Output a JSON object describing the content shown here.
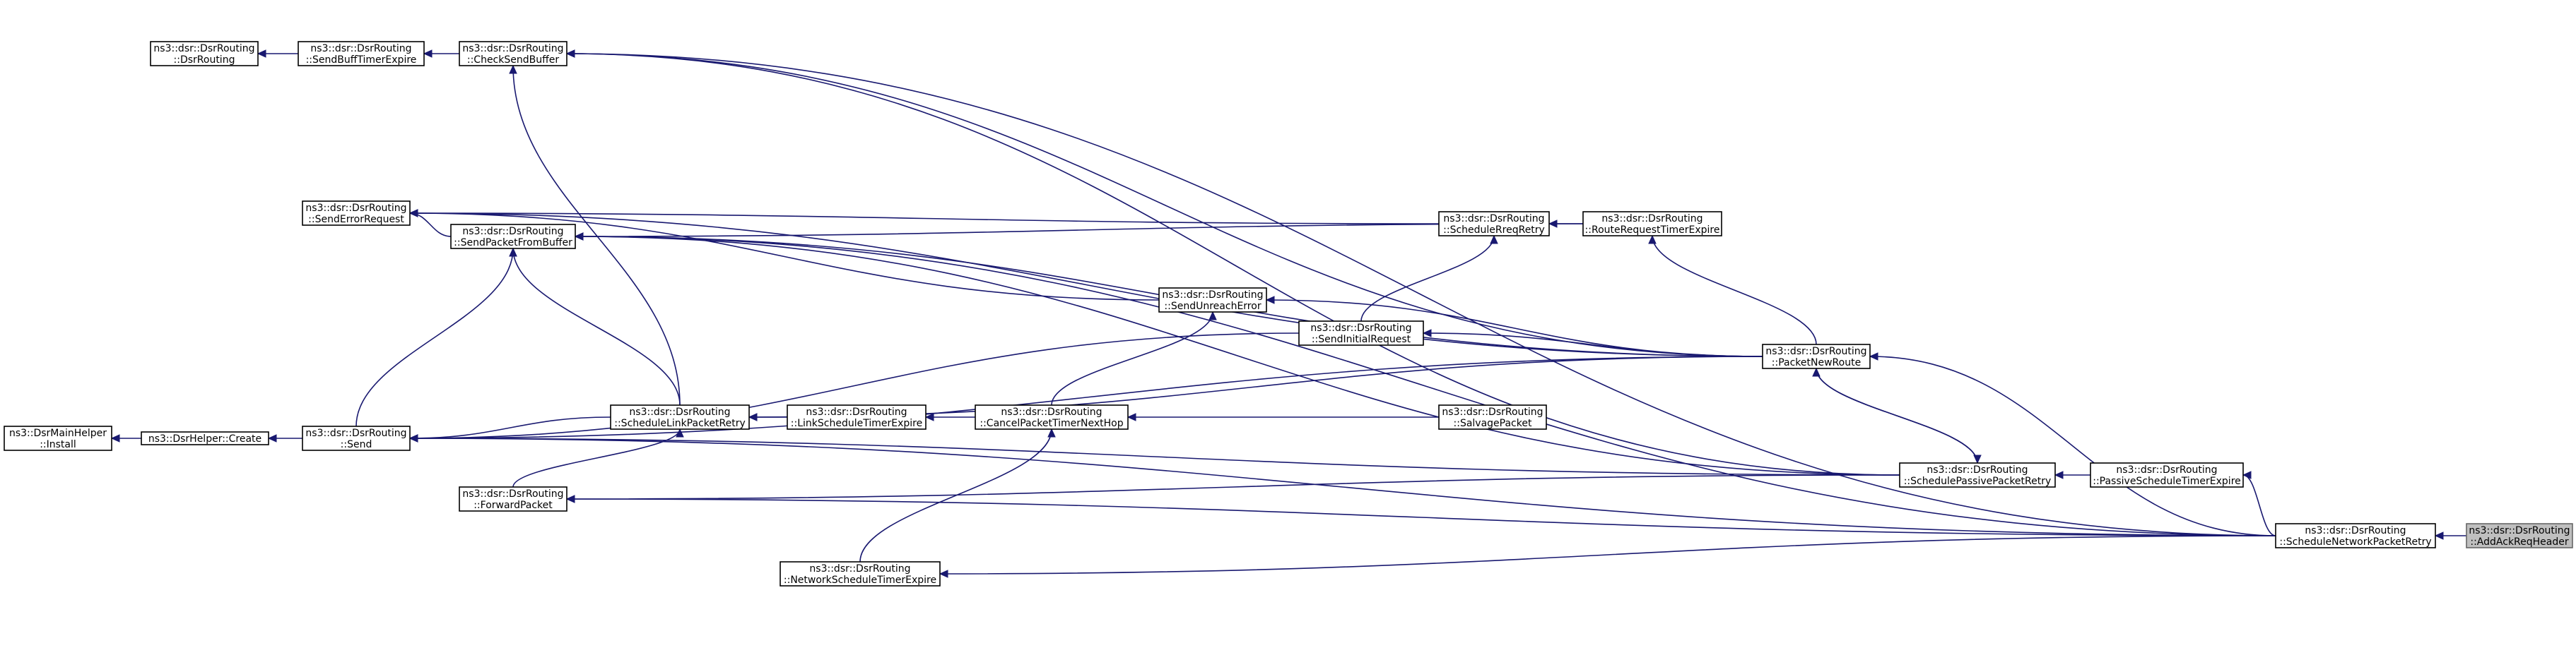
{
  "graph": {
    "nodes": [
      {
        "id": "dsrmain",
        "lines": [
          "ns3::DsrMainHelper",
          "::Install"
        ]
      },
      {
        "id": "helpercreate",
        "lines": [
          "ns3::DsrHelper::Create"
        ]
      },
      {
        "id": "send",
        "lines": [
          "ns3::dsr::DsrRouting",
          "::Send"
        ]
      },
      {
        "id": "dsrrouting",
        "lines": [
          "ns3::dsr::DsrRouting",
          "::DsrRouting"
        ]
      },
      {
        "id": "sendbufftimer",
        "lines": [
          "ns3::dsr::DsrRouting",
          "::SendBuffTimerExpire"
        ]
      },
      {
        "id": "checksendbuffer",
        "lines": [
          "ns3::dsr::DsrRouting",
          "::CheckSendBuffer"
        ]
      },
      {
        "id": "senderrorrequest",
        "lines": [
          "ns3::dsr::DsrRouting",
          "::SendErrorRequest"
        ]
      },
      {
        "id": "sendpacketfrombuffer",
        "lines": [
          "ns3::dsr::DsrRouting",
          "::SendPacketFromBuffer"
        ]
      },
      {
        "id": "schedulelinkpacketretry",
        "lines": [
          "ns3::dsr::DsrRouting",
          "::ScheduleLinkPacketRetry"
        ]
      },
      {
        "id": "forwardpacket",
        "lines": [
          "ns3::dsr::DsrRouting",
          "::ForwardPacket"
        ]
      },
      {
        "id": "linkscheduletimerexpire",
        "lines": [
          "ns3::dsr::DsrRouting",
          "::LinkScheduleTimerExpire"
        ]
      },
      {
        "id": "networkscheduletimerexpire",
        "lines": [
          "ns3::dsr::DsrRouting",
          "::NetworkScheduleTimerExpire"
        ]
      },
      {
        "id": "cancelpackettimernexthop",
        "lines": [
          "ns3::dsr::DsrRouting",
          "::CancelPacketTimerNextHop"
        ]
      },
      {
        "id": "sendunreacherror",
        "lines": [
          "ns3::dsr::DsrRouting",
          "::SendUnreachError"
        ]
      },
      {
        "id": "sendinitialrequest",
        "lines": [
          "ns3::dsr::DsrRouting",
          "::SendInitialRequest"
        ]
      },
      {
        "id": "schedulereqretry",
        "lines": [
          "ns3::dsr::DsrRouting",
          "::ScheduleRreqRetry"
        ]
      },
      {
        "id": "salvagepacket",
        "lines": [
          "ns3::dsr::DsrRouting",
          "::SalvagePacket"
        ]
      },
      {
        "id": "routerequesttimerexpire",
        "lines": [
          "ns3::dsr::DsrRouting",
          "::RouteRequestTimerExpire"
        ]
      },
      {
        "id": "packetnewroute",
        "lines": [
          "ns3::dsr::DsrRouting",
          "::PacketNewRoute"
        ]
      },
      {
        "id": "schedulepassivepacketretry",
        "lines": [
          "ns3::dsr::DsrRouting",
          "::SchedulePassivePacketRetry"
        ]
      },
      {
        "id": "passivescheduletimerexpire",
        "lines": [
          "ns3::dsr::DsrRouting",
          "::PassiveScheduleTimerExpire"
        ]
      },
      {
        "id": "schedulenetworkpacketretry",
        "lines": [
          "ns3::dsr::DsrRouting",
          "::ScheduleNetworkPacketRetry"
        ]
      },
      {
        "id": "addackreqheader",
        "lines": [
          "ns3::dsr::DsrRouting",
          "::AddAckReqHeader"
        ],
        "highlight": true
      }
    ]
  },
  "colors": {
    "edge": "#191970",
    "node_border": "#000000",
    "node_fill": "#ffffff",
    "highlight_fill": "#bfbfbf",
    "highlight_border": "#666666"
  }
}
